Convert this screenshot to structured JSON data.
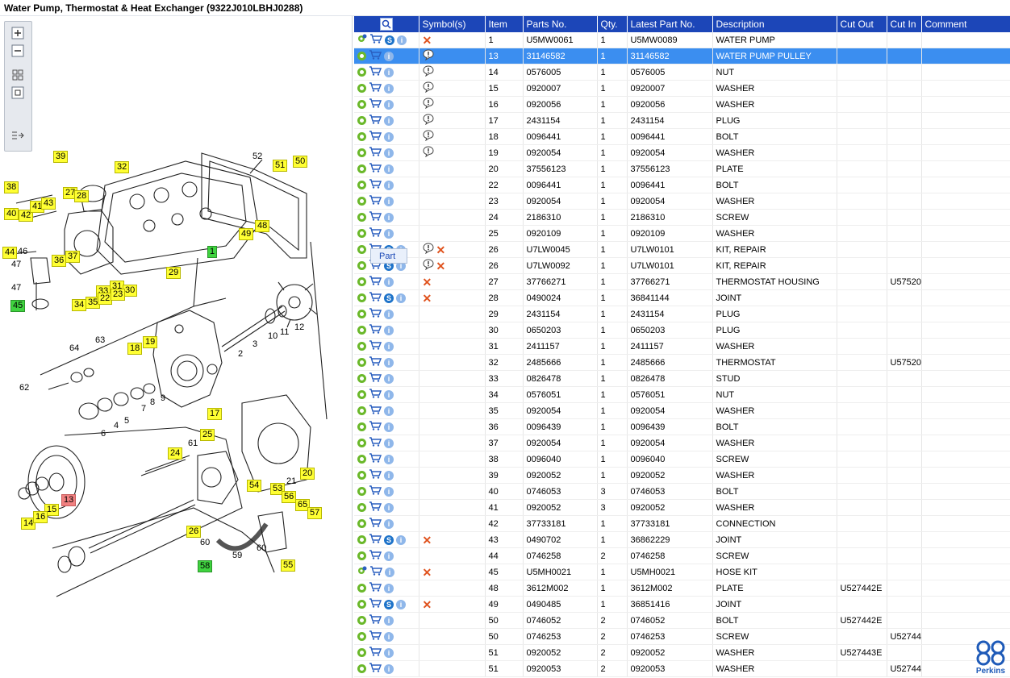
{
  "window": {
    "title": "Water Pump, Thermostat & Heat Exchanger (9322J010LBHJ0288)"
  },
  "toolbox": {
    "buttons": [
      "zoom-in",
      "zoom-out",
      "fit-all",
      "fit-page",
      "panel-toggle"
    ]
  },
  "table": {
    "columns": [
      "",
      "Symbol(s)",
      "Item",
      "Parts No.",
      "Qty.",
      "Latest Part No.",
      "Description",
      "Cut Out",
      "Cut In",
      "Comment"
    ],
    "rows": [
      {
        "item": "1",
        "part": "U5MW0061",
        "qty": "1",
        "latest": "U5MW0089",
        "desc": "WATER PUMP",
        "cutout": "",
        "cutin": "",
        "comment": "",
        "s": true,
        "x": true,
        "note": false,
        "kit": true
      },
      {
        "item": "13",
        "part": "31146582",
        "qty": "1",
        "latest": "31146582",
        "desc": "WATER PUMP PULLEY",
        "cutout": "",
        "cutin": "",
        "comment": "",
        "s": false,
        "x": false,
        "note": true,
        "kit": false,
        "selected": true
      },
      {
        "item": "14",
        "part": "0576005",
        "qty": "1",
        "latest": "0576005",
        "desc": "NUT",
        "cutout": "",
        "cutin": "",
        "comment": "",
        "s": false,
        "x": false,
        "note": true
      },
      {
        "item": "15",
        "part": "0920007",
        "qty": "1",
        "latest": "0920007",
        "desc": "WASHER",
        "cutout": "",
        "cutin": "",
        "comment": "",
        "s": false,
        "x": false,
        "note": true
      },
      {
        "item": "16",
        "part": "0920056",
        "qty": "1",
        "latest": "0920056",
        "desc": "WASHER",
        "cutout": "",
        "cutin": "",
        "comment": "",
        "s": false,
        "x": false,
        "note": true
      },
      {
        "item": "17",
        "part": "2431154",
        "qty": "1",
        "latest": "2431154",
        "desc": "PLUG",
        "cutout": "",
        "cutin": "",
        "comment": "",
        "s": false,
        "x": false,
        "note": true
      },
      {
        "item": "18",
        "part": "0096441",
        "qty": "1",
        "latest": "0096441",
        "desc": "BOLT",
        "cutout": "",
        "cutin": "",
        "comment": "",
        "s": false,
        "x": false,
        "note": true
      },
      {
        "item": "19",
        "part": "0920054",
        "qty": "1",
        "latest": "0920054",
        "desc": "WASHER",
        "cutout": "",
        "cutin": "",
        "comment": "",
        "s": false,
        "x": false,
        "note": true
      },
      {
        "item": "20",
        "part": "37556123",
        "qty": "1",
        "latest": "37556123",
        "desc": "PLATE",
        "cutout": "",
        "cutin": "",
        "comment": ""
      },
      {
        "item": "22",
        "part": "0096441",
        "qty": "1",
        "latest": "0096441",
        "desc": "BOLT",
        "cutout": "",
        "cutin": "",
        "comment": ""
      },
      {
        "item": "23",
        "part": "0920054",
        "qty": "1",
        "latest": "0920054",
        "desc": "WASHER",
        "cutout": "",
        "cutin": "",
        "comment": ""
      },
      {
        "item": "24",
        "part": "2186310",
        "qty": "1",
        "latest": "2186310",
        "desc": "SCREW",
        "cutout": "",
        "cutin": "",
        "comment": ""
      },
      {
        "item": "25",
        "part": "0920109",
        "qty": "1",
        "latest": "0920109",
        "desc": "WASHER",
        "cutout": "",
        "cutin": "",
        "comment": ""
      },
      {
        "item": "26",
        "part": "U7LW0045",
        "qty": "1",
        "latest": "U7LW0101",
        "desc": "KIT, REPAIR",
        "cutout": "",
        "cutin": "",
        "comment": "",
        "s": true,
        "x": true,
        "note": true
      },
      {
        "item": "26",
        "part": "U7LW0092",
        "qty": "1",
        "latest": "U7LW0101",
        "desc": "KIT, REPAIR",
        "cutout": "",
        "cutin": "",
        "comment": "",
        "s": true,
        "x": true,
        "note": true
      },
      {
        "item": "27",
        "part": "37766271",
        "qty": "1",
        "latest": "37766271",
        "desc": "THERMOSTAT HOUSING",
        "cutout": "",
        "cutin": "U57520",
        "comment": "",
        "x": true
      },
      {
        "item": "28",
        "part": "0490024",
        "qty": "1",
        "latest": "36841144",
        "desc": "JOINT",
        "cutout": "",
        "cutin": "",
        "comment": "",
        "s": true,
        "x": true
      },
      {
        "item": "29",
        "part": "2431154",
        "qty": "1",
        "latest": "2431154",
        "desc": "PLUG",
        "cutout": "",
        "cutin": "",
        "comment": ""
      },
      {
        "item": "30",
        "part": "0650203",
        "qty": "1",
        "latest": "0650203",
        "desc": "PLUG",
        "cutout": "",
        "cutin": "",
        "comment": ""
      },
      {
        "item": "31",
        "part": "2411157",
        "qty": "1",
        "latest": "2411157",
        "desc": "WASHER",
        "cutout": "",
        "cutin": "",
        "comment": ""
      },
      {
        "item": "32",
        "part": "2485666",
        "qty": "1",
        "latest": "2485666",
        "desc": "THERMOSTAT",
        "cutout": "",
        "cutin": "U57520",
        "comment": ""
      },
      {
        "item": "33",
        "part": "0826478",
        "qty": "1",
        "latest": "0826478",
        "desc": "STUD",
        "cutout": "",
        "cutin": "",
        "comment": ""
      },
      {
        "item": "34",
        "part": "0576051",
        "qty": "1",
        "latest": "0576051",
        "desc": "NUT",
        "cutout": "",
        "cutin": "",
        "comment": ""
      },
      {
        "item": "35",
        "part": "0920054",
        "qty": "1",
        "latest": "0920054",
        "desc": "WASHER",
        "cutout": "",
        "cutin": "",
        "comment": ""
      },
      {
        "item": "36",
        "part": "0096439",
        "qty": "1",
        "latest": "0096439",
        "desc": "BOLT",
        "cutout": "",
        "cutin": "",
        "comment": ""
      },
      {
        "item": "37",
        "part": "0920054",
        "qty": "1",
        "latest": "0920054",
        "desc": "WASHER",
        "cutout": "",
        "cutin": "",
        "comment": ""
      },
      {
        "item": "38",
        "part": "0096040",
        "qty": "1",
        "latest": "0096040",
        "desc": "SCREW",
        "cutout": "",
        "cutin": "",
        "comment": ""
      },
      {
        "item": "39",
        "part": "0920052",
        "qty": "1",
        "latest": "0920052",
        "desc": "WASHER",
        "cutout": "",
        "cutin": "",
        "comment": ""
      },
      {
        "item": "40",
        "part": "0746053",
        "qty": "3",
        "latest": "0746053",
        "desc": "BOLT",
        "cutout": "",
        "cutin": "",
        "comment": ""
      },
      {
        "item": "41",
        "part": "0920052",
        "qty": "3",
        "latest": "0920052",
        "desc": "WASHER",
        "cutout": "",
        "cutin": "",
        "comment": ""
      },
      {
        "item": "42",
        "part": "37733181",
        "qty": "1",
        "latest": "37733181",
        "desc": "CONNECTION",
        "cutout": "",
        "cutin": "",
        "comment": ""
      },
      {
        "item": "43",
        "part": "0490702",
        "qty": "1",
        "latest": "36862229",
        "desc": "JOINT",
        "cutout": "",
        "cutin": "",
        "comment": "",
        "s": true,
        "x": true
      },
      {
        "item": "44",
        "part": "0746258",
        "qty": "2",
        "latest": "0746258",
        "desc": "SCREW",
        "cutout": "",
        "cutin": "",
        "comment": ""
      },
      {
        "item": "45",
        "part": "U5MH0021",
        "qty": "1",
        "latest": "U5MH0021",
        "desc": "HOSE KIT",
        "cutout": "",
        "cutin": "",
        "comment": "",
        "x": true,
        "kit": true
      },
      {
        "item": "48",
        "part": "3612M002",
        "qty": "1",
        "latest": "3612M002",
        "desc": "PLATE",
        "cutout": "U527442E",
        "cutin": "",
        "comment": ""
      },
      {
        "item": "49",
        "part": "0490485",
        "qty": "1",
        "latest": "36851416",
        "desc": "JOINT",
        "cutout": "",
        "cutin": "",
        "comment": "",
        "s": true,
        "x": true
      },
      {
        "item": "50",
        "part": "0746052",
        "qty": "2",
        "latest": "0746052",
        "desc": "BOLT",
        "cutout": "U527442E",
        "cutin": "",
        "comment": ""
      },
      {
        "item": "50",
        "part": "0746253",
        "qty": "2",
        "latest": "0746253",
        "desc": "SCREW",
        "cutout": "",
        "cutin": "U52744",
        "comment": ""
      },
      {
        "item": "51",
        "part": "0920052",
        "qty": "2",
        "latest": "0920052",
        "desc": "WASHER",
        "cutout": "U527443E",
        "cutin": "",
        "comment": ""
      },
      {
        "item": "51",
        "part": "0920053",
        "qty": "2",
        "latest": "0920053",
        "desc": "WASHER",
        "cutout": "",
        "cutin": "U52744",
        "comment": ""
      }
    ]
  },
  "tooltip": {
    "text": "Part"
  },
  "logo": {
    "text": "Perkins"
  },
  "callouts": {
    "yellow": [
      "39",
      "32",
      "38",
      "27",
      "28",
      "51",
      "50",
      "40",
      "42",
      "41",
      "43",
      "48",
      "49",
      "44",
      "36",
      "37",
      "29",
      "33",
      "31",
      "30",
      "34",
      "35",
      "22",
      "23",
      "18",
      "19",
      "17",
      "25",
      "24",
      "20",
      "54",
      "53",
      "56",
      "65",
      "57",
      "55",
      "14",
      "15",
      "16",
      "26"
    ],
    "green": [
      "1",
      "45",
      "58"
    ],
    "red": [
      "13"
    ],
    "plain": [
      "52",
      "47",
      "46",
      "47",
      "64",
      "63",
      "62",
      "3",
      "10",
      "11",
      "12",
      "2",
      "4",
      "5",
      "7",
      "8",
      "9",
      "6",
      "21",
      "61",
      "60",
      "59",
      "60"
    ]
  }
}
